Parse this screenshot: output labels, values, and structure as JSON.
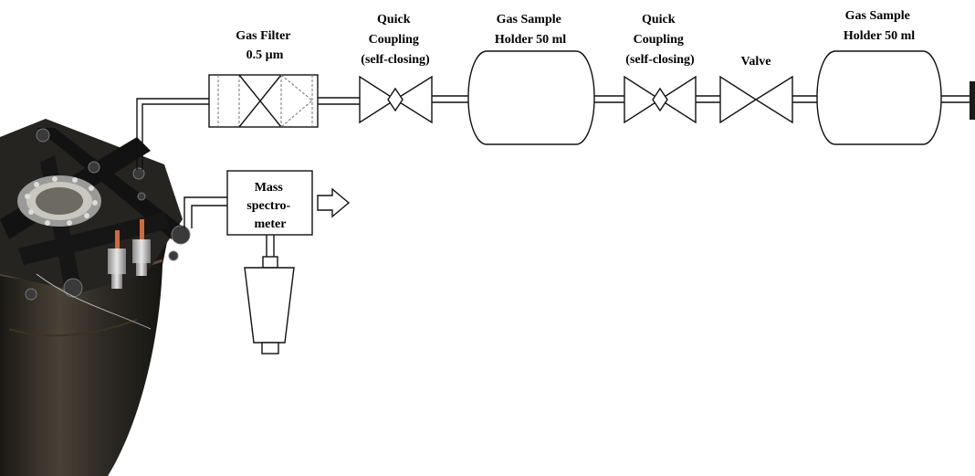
{
  "labels": {
    "gas_filter": [
      "Gas Filter",
      "0.5 µm"
    ],
    "quick_coupling_1": [
      "Quick",
      "Coupling",
      "(self-closing)"
    ],
    "sample_holder_1": [
      "Gas Sample",
      "Holder 50 ml"
    ],
    "quick_coupling_2": [
      "Quick",
      "Coupling",
      "(self-closing)"
    ],
    "valve": [
      "Valve"
    ],
    "sample_holder_2": [
      "Gas Sample",
      "Holder 50 ml"
    ],
    "mass_spectrometer": [
      "Mass",
      "spectro-",
      "meter"
    ]
  },
  "colors": {
    "line": "#111111",
    "vessel_dark": "#2b2a26",
    "vessel_rust": "#4a3a2a",
    "bracket": "#1c1c1c",
    "steel": "#b9b9b9"
  }
}
